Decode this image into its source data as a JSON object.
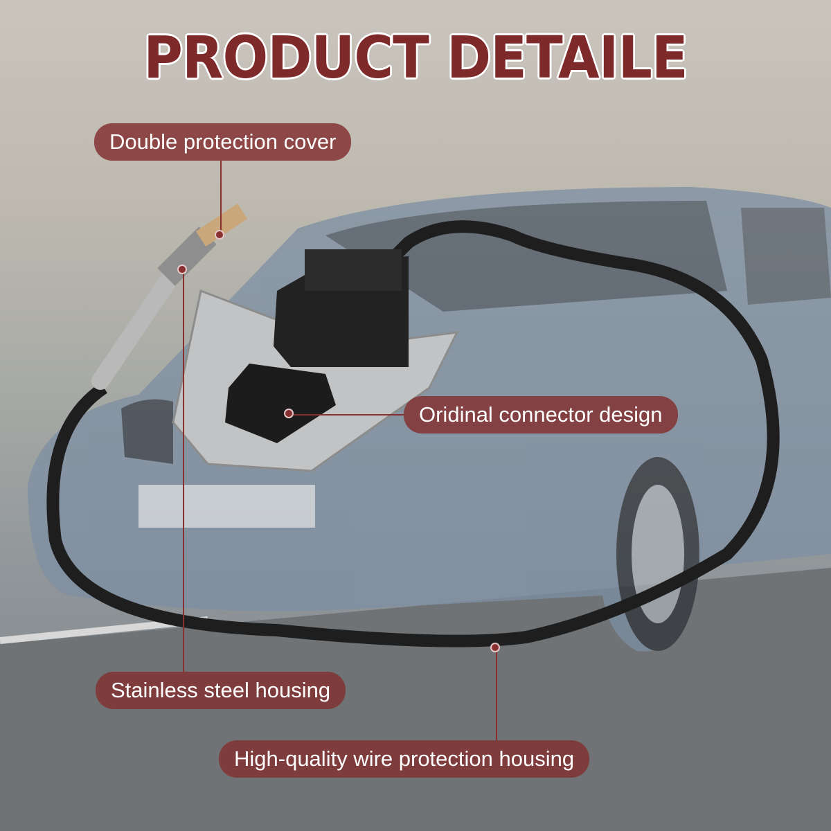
{
  "title": "PRODUCT DETAILE",
  "callouts": {
    "cover": "Double protection cover",
    "connector": "Oridinal connector design",
    "housing": "Stainless steel housing",
    "wire": "High-quality wire protection housing"
  },
  "colors": {
    "accent": "#7f2a2a"
  }
}
